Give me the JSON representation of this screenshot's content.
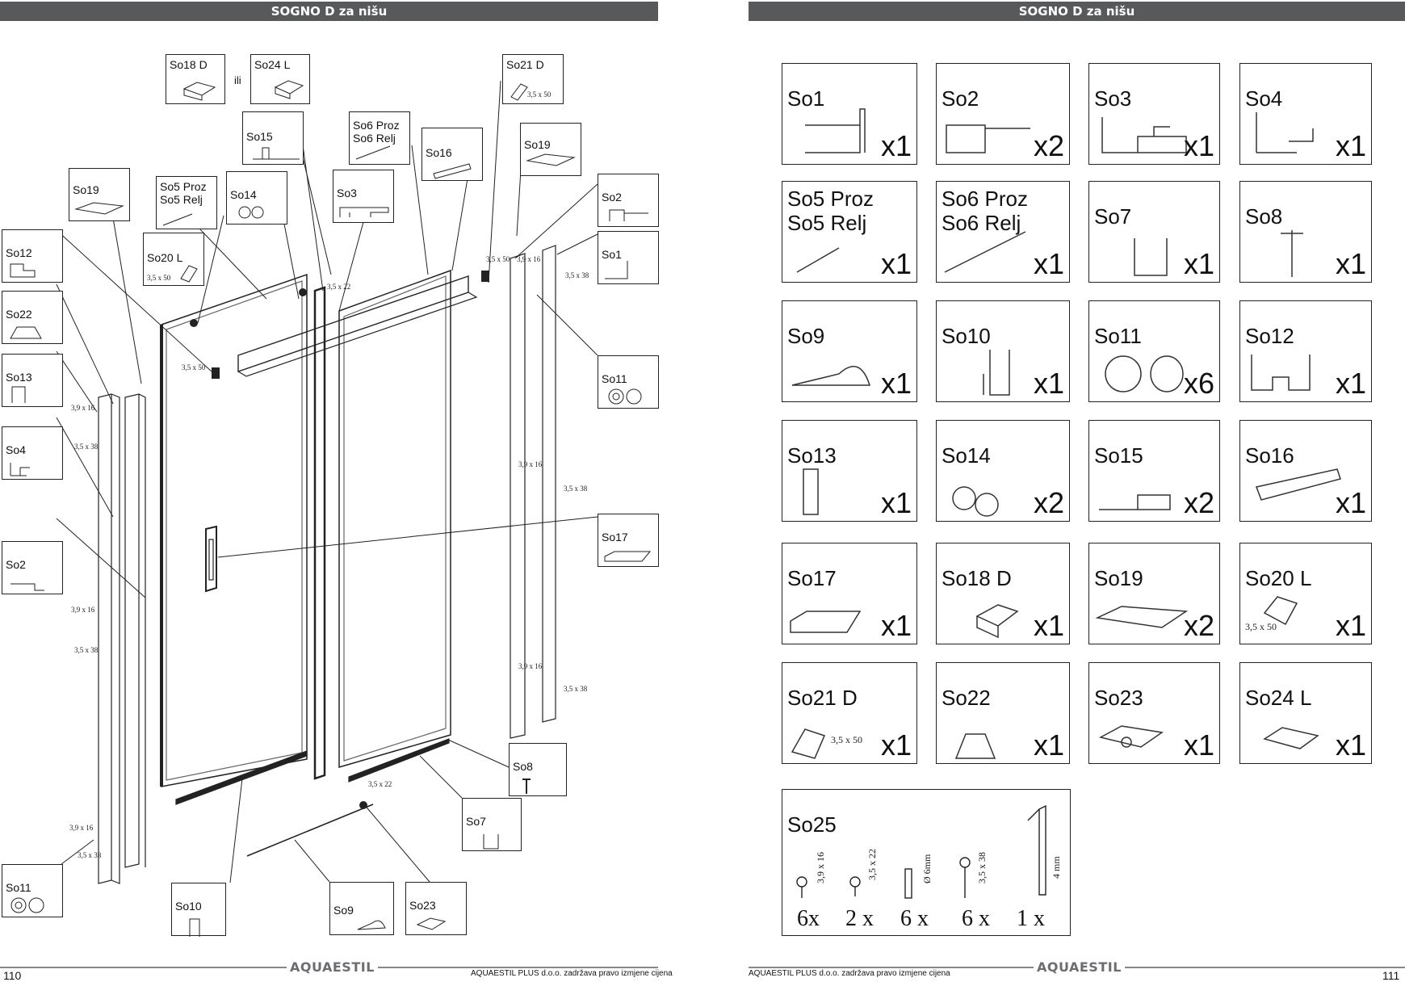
{
  "left": {
    "title": "SOGNO D za nišu",
    "ili": "ili",
    "callouts": [
      {
        "label": "So18 D"
      },
      {
        "label": "So24 L"
      },
      {
        "label": "So21 D"
      },
      {
        "label": "So15"
      },
      {
        "label": "So6 Proz\nSo6 Relj"
      },
      {
        "label": "So16"
      },
      {
        "label": "So19"
      },
      {
        "label": "So19"
      },
      {
        "label": "So5 Proz\nSo5 Relj"
      },
      {
        "label": "So14"
      },
      {
        "label": "So3"
      },
      {
        "label": "So2"
      },
      {
        "label": "So12"
      },
      {
        "label": "So20 L"
      },
      {
        "label": "So1"
      },
      {
        "label": "So22"
      },
      {
        "label": "So13"
      },
      {
        "label": "So11"
      },
      {
        "label": "So4"
      },
      {
        "label": "So17"
      },
      {
        "label": "So2"
      },
      {
        "label": "So8"
      },
      {
        "label": "So7"
      },
      {
        "label": "So11"
      },
      {
        "label": "So10"
      },
      {
        "label": "So9"
      },
      {
        "label": "So23"
      }
    ],
    "screws": [
      "3,5 x 50",
      "3,5 x 50",
      "3,5 x 22",
      "3,5 x 50",
      "3,9 x 16",
      "3,5 x 38",
      "3,5 x 50",
      "3,9 x 16",
      "3,5 x 38",
      "3,9 x 16",
      "3,5 x 38",
      "3,9 x 16",
      "3,5 x 38",
      "3,9 x 16",
      "3,5 x 38",
      "3,9 x 16",
      "3,5 x 38",
      "3,5 x 22"
    ],
    "page_number": "110",
    "notice": "AQUAESTIL PLUS d.o.o. zadržava pravo izmjene cijena",
    "brand": "AQUAESTIL"
  },
  "right": {
    "title": "SOGNO D za nišu",
    "parts": [
      {
        "name": "So1",
        "qty": "x1"
      },
      {
        "name": "So2",
        "qty": "x2"
      },
      {
        "name": "So3",
        "qty": "x1"
      },
      {
        "name": "So4",
        "qty": "x1"
      },
      {
        "name": "So5 Proz\nSo5 Relj",
        "qty": "x1"
      },
      {
        "name": "So6 Proz\nSo6 Relj",
        "qty": "x1"
      },
      {
        "name": "So7",
        "qty": "x1"
      },
      {
        "name": "So8",
        "qty": "x1"
      },
      {
        "name": "So9",
        "qty": "x1"
      },
      {
        "name": "So10",
        "qty": "x1"
      },
      {
        "name": "So11",
        "qty": "x6"
      },
      {
        "name": "So12",
        "qty": "x1"
      },
      {
        "name": "So13",
        "qty": "x1"
      },
      {
        "name": "So14",
        "qty": "x2"
      },
      {
        "name": "So15",
        "qty": "x2"
      },
      {
        "name": "So16",
        "qty": "x1"
      },
      {
        "name": "So17",
        "qty": "x1"
      },
      {
        "name": "So18 D",
        "qty": "x1"
      },
      {
        "name": "So19",
        "qty": "x2"
      },
      {
        "name": "So20 L",
        "qty": "x1"
      },
      {
        "name": "So21 D",
        "qty": "x1"
      },
      {
        "name": "So22",
        "qty": "x1"
      },
      {
        "name": "So23",
        "qty": "x1"
      },
      {
        "name": "So24 L",
        "qty": "x1"
      }
    ],
    "so20_screw": "3,5 x 50",
    "so21_screw": "3,5 x 50",
    "so25": {
      "name": "So25",
      "items": [
        {
          "label": "3,9 x 16",
          "qty": "6x"
        },
        {
          "label": "3,5 x 22",
          "qty": "2 x"
        },
        {
          "label": "Ø 6mm",
          "qty": "6 x"
        },
        {
          "label": "3,5 x 38",
          "qty": "6 x"
        },
        {
          "label": "4 mm",
          "qty": "1 x"
        }
      ]
    },
    "page_number": "111",
    "notice": "AQUAESTIL PLUS d.o.o. zadržava pravo izmjene cijena",
    "brand": "AQUAESTIL"
  }
}
